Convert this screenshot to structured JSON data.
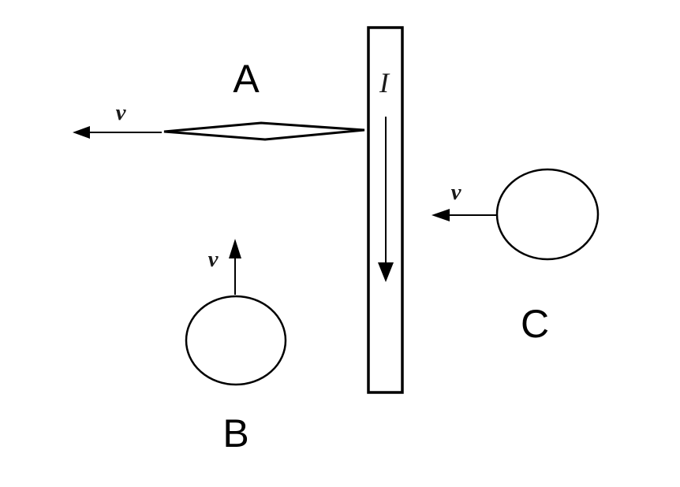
{
  "diagram": {
    "labels": {
      "object_a": "A",
      "object_b": "B",
      "object_c": "C",
      "current": "I",
      "velocity_a": "v",
      "velocity_b": "v",
      "velocity_c": "v"
    },
    "colors": {
      "stroke": "#000000",
      "background": "#ffffff"
    }
  }
}
